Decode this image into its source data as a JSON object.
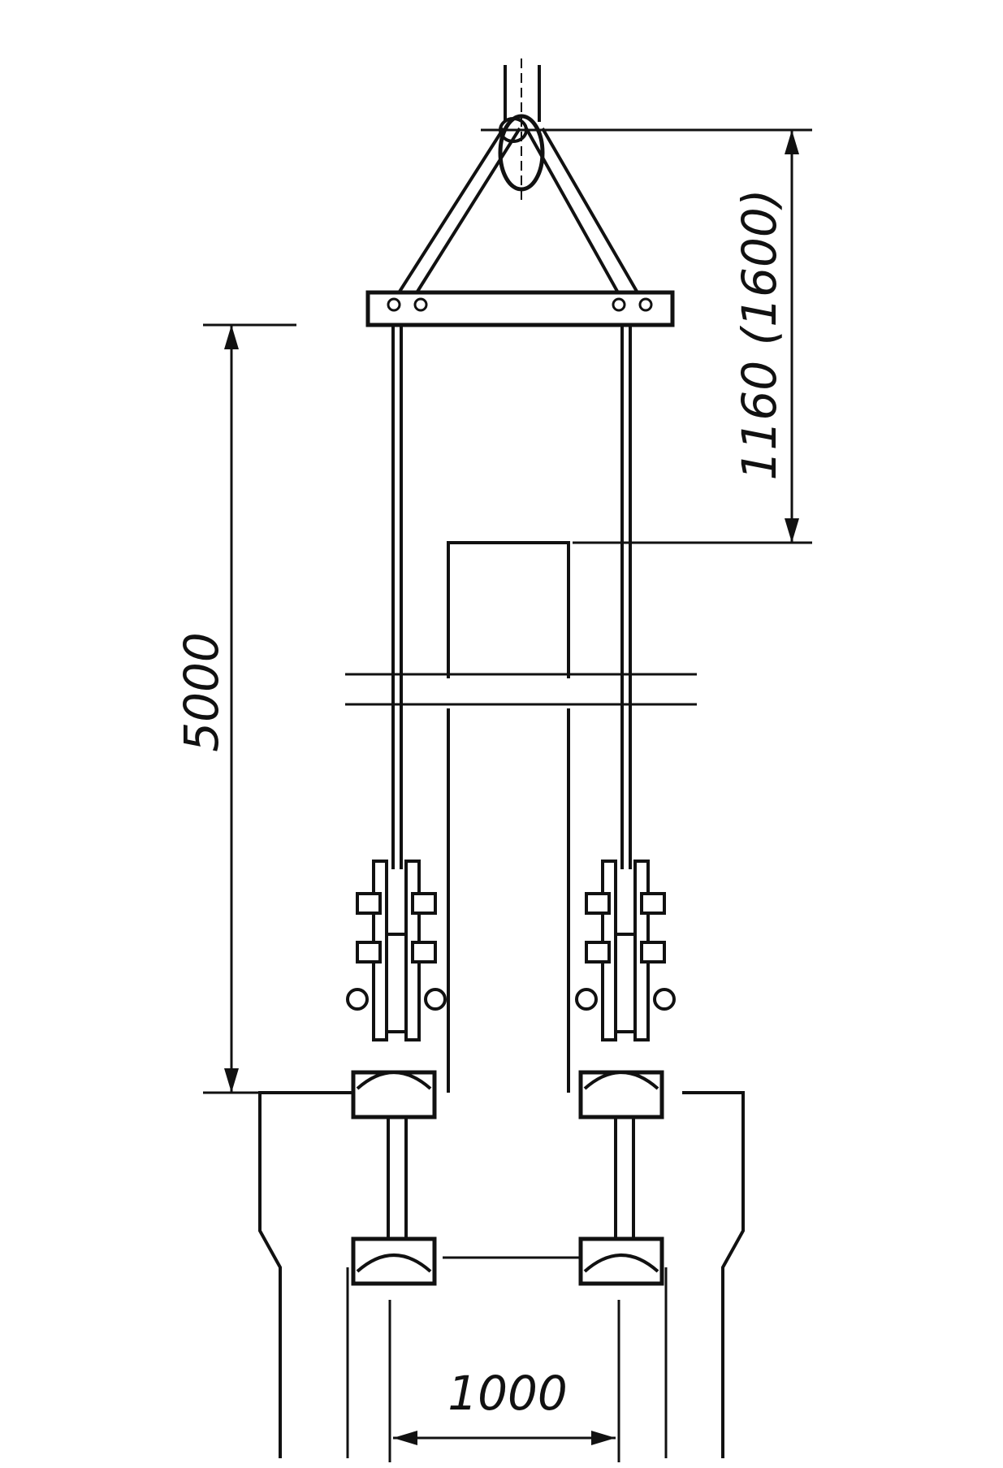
{
  "dimensions": {
    "top_height": "1160 (1600)",
    "vertical_length": "5000",
    "bottom_width": "1000"
  },
  "colors": {
    "ink": "#111111",
    "paper": "#ffffff"
  }
}
